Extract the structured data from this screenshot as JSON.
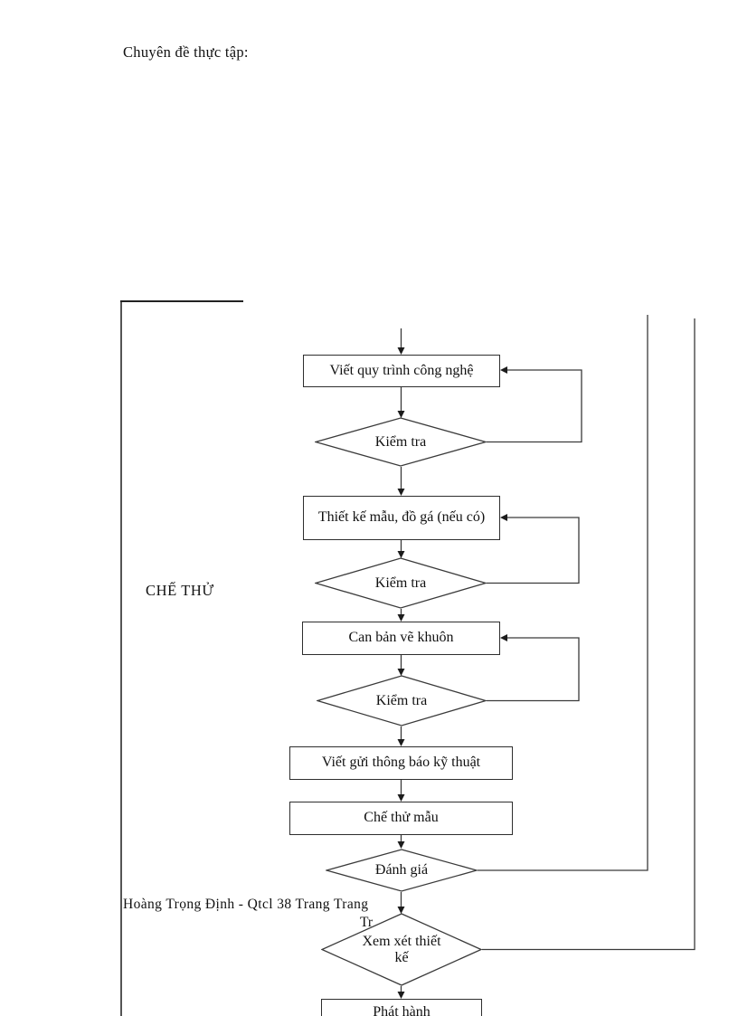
{
  "page": {
    "header": "Chuyên đề thực tập:",
    "footer_line1": "Hoàng Trọng Định - Qtcl 38 Trang Trang",
    "footer_line2": "Tr",
    "background_color": "#ffffff",
    "line_color": "#3a3a3a",
    "text_color": "#111111"
  },
  "flowchart": {
    "section_label": "CHẾ THỬ",
    "nodes": [
      {
        "id": "box1",
        "type": "process",
        "label": "Viết quy trình công nghệ"
      },
      {
        "id": "d1",
        "type": "decision",
        "label": "Kiểm tra"
      },
      {
        "id": "box2",
        "type": "process",
        "label": "Thiết kế mẫu, đồ gá (nếu có)"
      },
      {
        "id": "d2",
        "type": "decision",
        "label": "Kiểm tra"
      },
      {
        "id": "box3",
        "type": "process",
        "label": "Can bản vẽ khuôn"
      },
      {
        "id": "d3",
        "type": "decision",
        "label": "Kiểm tra"
      },
      {
        "id": "box4",
        "type": "process",
        "label": "Viết gửi thông báo kỹ thuật"
      },
      {
        "id": "box5",
        "type": "process",
        "label": "Chế thử mẫu"
      },
      {
        "id": "d4",
        "type": "decision",
        "label": "Đánh giá"
      },
      {
        "id": "d5",
        "type": "decision",
        "label": "Xem xét thiết kế"
      },
      {
        "id": "box6",
        "type": "process",
        "label": "Phát hành"
      }
    ]
  }
}
